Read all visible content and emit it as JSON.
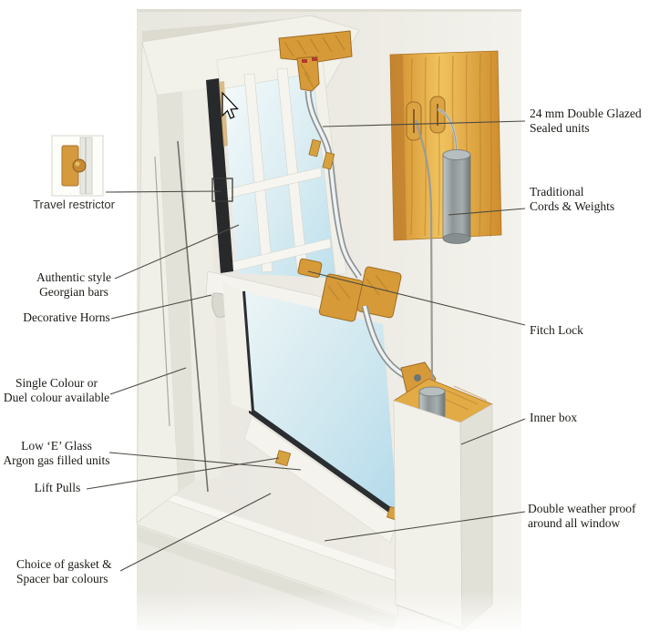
{
  "figure": {
    "subject": "Sash window cut-away diagram",
    "inset_caption": "Travel restrictor"
  },
  "annotations": {
    "left": [
      {
        "id": "georgian-bars",
        "line1": "Authentic style",
        "line2": "Georgian bars"
      },
      {
        "id": "decorative-horns",
        "line1": "Decorative Horns",
        "line2": ""
      },
      {
        "id": "colour-options",
        "line1": "Single  Colour or",
        "line2": "Duel colour available"
      },
      {
        "id": "low-e-glass",
        "line1": "Low ‘E’ Glass",
        "line2": "Argon gas filled units"
      },
      {
        "id": "lift-pulls",
        "line1": "Lift Pulls",
        "line2": ""
      },
      {
        "id": "gasket-choice",
        "line1": "Choice of gasket &",
        "line2": "Spacer bar colours"
      }
    ],
    "right": [
      {
        "id": "double-glazed",
        "line1": "24 mm Double Glazed",
        "line2": "Sealed units"
      },
      {
        "id": "cords-weights",
        "line1": "Traditional",
        "line2": "Cords & Weights"
      },
      {
        "id": "fitch-lock",
        "line1": "Fitch Lock",
        "line2": ""
      },
      {
        "id": "inner-box",
        "line1": "Inner box",
        "line2": ""
      },
      {
        "id": "weatherproof",
        "line1": "Double weather proof",
        "line2": "around all window"
      }
    ]
  },
  "colors": {
    "scan_background": "#e9e8e1",
    "frame_white": "#f2f1ea",
    "glass_blue": "#c3e0ea",
    "wood_gold": "#d79a38",
    "weight_grey": "#98a0a2",
    "gasket_dark": "#2b2e30",
    "leader_line": "#4c4a43",
    "text": "#1b1a15"
  }
}
